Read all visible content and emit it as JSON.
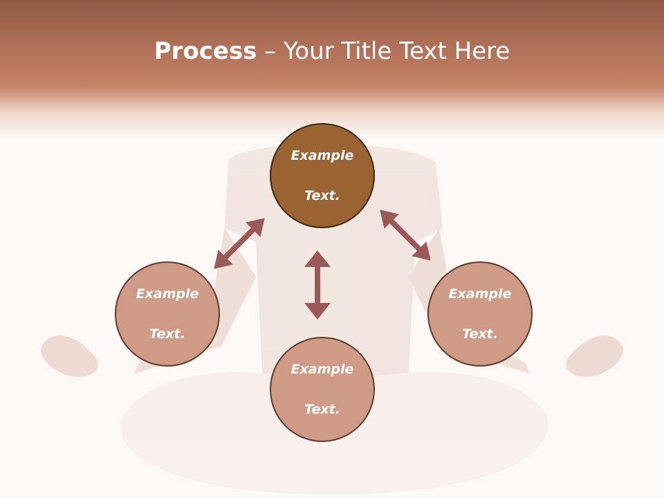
{
  "title": {
    "bold": "Process",
    "rest": " – Your Title Text Here"
  },
  "nodes": {
    "top": {
      "line1": "Example",
      "line2": "Text."
    },
    "left": {
      "line1": "Example",
      "line2": "Text."
    },
    "right": {
      "line1": "Example",
      "line2": "Text."
    },
    "bottom": {
      "line1": "Example",
      "line2": "Text."
    }
  },
  "colors": {
    "header": "#b87459",
    "top_node": "#9a6432",
    "node": "#cf9b86",
    "arrow": "#9a5a57"
  }
}
